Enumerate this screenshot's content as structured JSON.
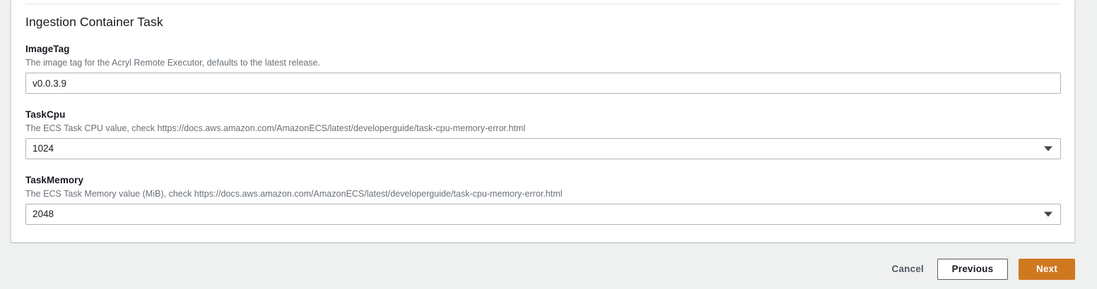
{
  "card": {
    "section_title": "Ingestion Container Task",
    "fields": [
      {
        "id": "image-tag",
        "label": "ImageTag",
        "description": "The image tag for the Acryl Remote Executor, defaults to the latest release.",
        "control": "text",
        "value": "v0.0.3.9",
        "placeholder": ""
      },
      {
        "id": "task-cpu",
        "label": "TaskCpu",
        "description": "The ECS Task CPU value, check https://docs.aws.amazon.com/AmazonECS/latest/developerguide/task-cpu-memory-error.html",
        "control": "select",
        "value": "1024",
        "caret_icon": "chevron-down-icon"
      },
      {
        "id": "task-memory",
        "label": "TaskMemory",
        "description": "The ECS Task Memory value (MiB), check https://docs.aws.amazon.com/AmazonECS/latest/developerguide/task-cpu-memory-error.html",
        "control": "select",
        "value": "2048",
        "caret_icon": "chevron-down-icon"
      }
    ]
  },
  "footer": {
    "cancel_label": "Cancel",
    "previous_label": "Previous",
    "next_label": "Next"
  },
  "colors": {
    "page_background": "#eff0f0",
    "card_background": "#ffffff",
    "primary_accent": "#d0781e",
    "text_primary": "#16191f",
    "text_secondary": "#687078",
    "border": "#aab7b8"
  }
}
